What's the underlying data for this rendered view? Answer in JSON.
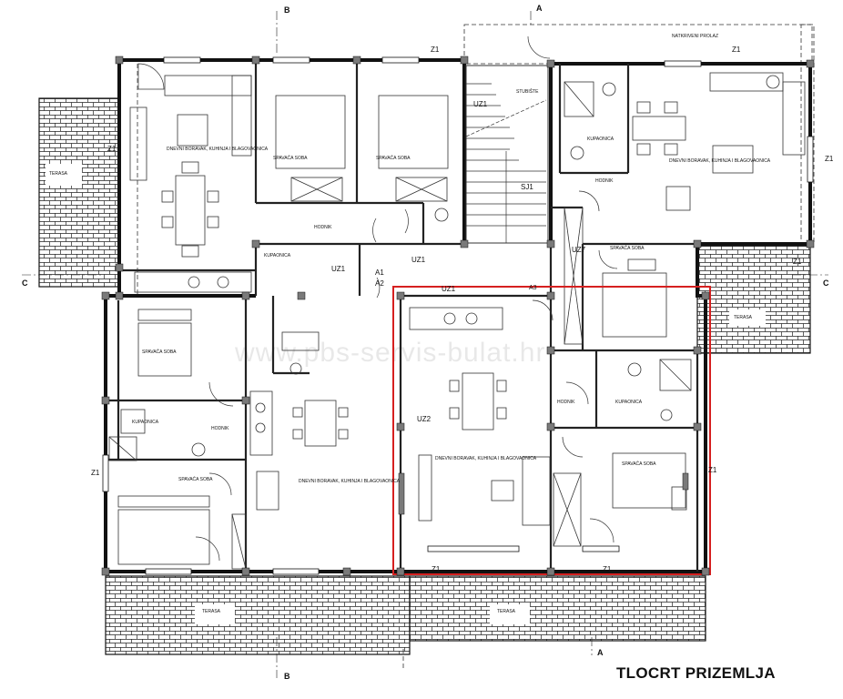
{
  "title": "TLOCRT PRIZEMLJA",
  "watermark": "www.pbs-servis-bulat.hr",
  "colors": {
    "wall": "#1a1a1a",
    "line": "#333333",
    "highlight": "#d62020",
    "column": "#7a7a7a"
  },
  "section_marks": {
    "a_top": "A",
    "a_bottom": "A",
    "b_top": "B",
    "b_bottom": "B",
    "c_left": "C",
    "c_right": "C"
  },
  "tags": {
    "z1_a": "Z1",
    "z1_b": "Z1",
    "z1_c": "Z1",
    "z1_d": "Z1",
    "z1_e": "Z1",
    "z1_f": "Z1",
    "z1_g": "Z1",
    "z1_h": "Z1",
    "z1_i": "Z1",
    "uz1_a": "UZ1",
    "uz1_b": "UZ1",
    "uz1_c": "UZ1",
    "uz1_d": "UZ1",
    "uz2_a": "UZ2",
    "uz7": "UZ7",
    "sj1": "SJ1",
    "a1": "A1",
    "a2": "A2",
    "a3": "A3"
  },
  "rooms": {
    "dnevni": "DNEVNI BORAVAK, KUHINJA I BLAGOVAONICA",
    "spavaca": "SPAVAĆA SOBA",
    "kupaonica": "KUPAONICA",
    "hodnik": "HODNIK",
    "terasa": "TERASA",
    "stubiste": "STUBIŠTE",
    "natkriveni": "NATKRIVENI PROLAZ"
  }
}
